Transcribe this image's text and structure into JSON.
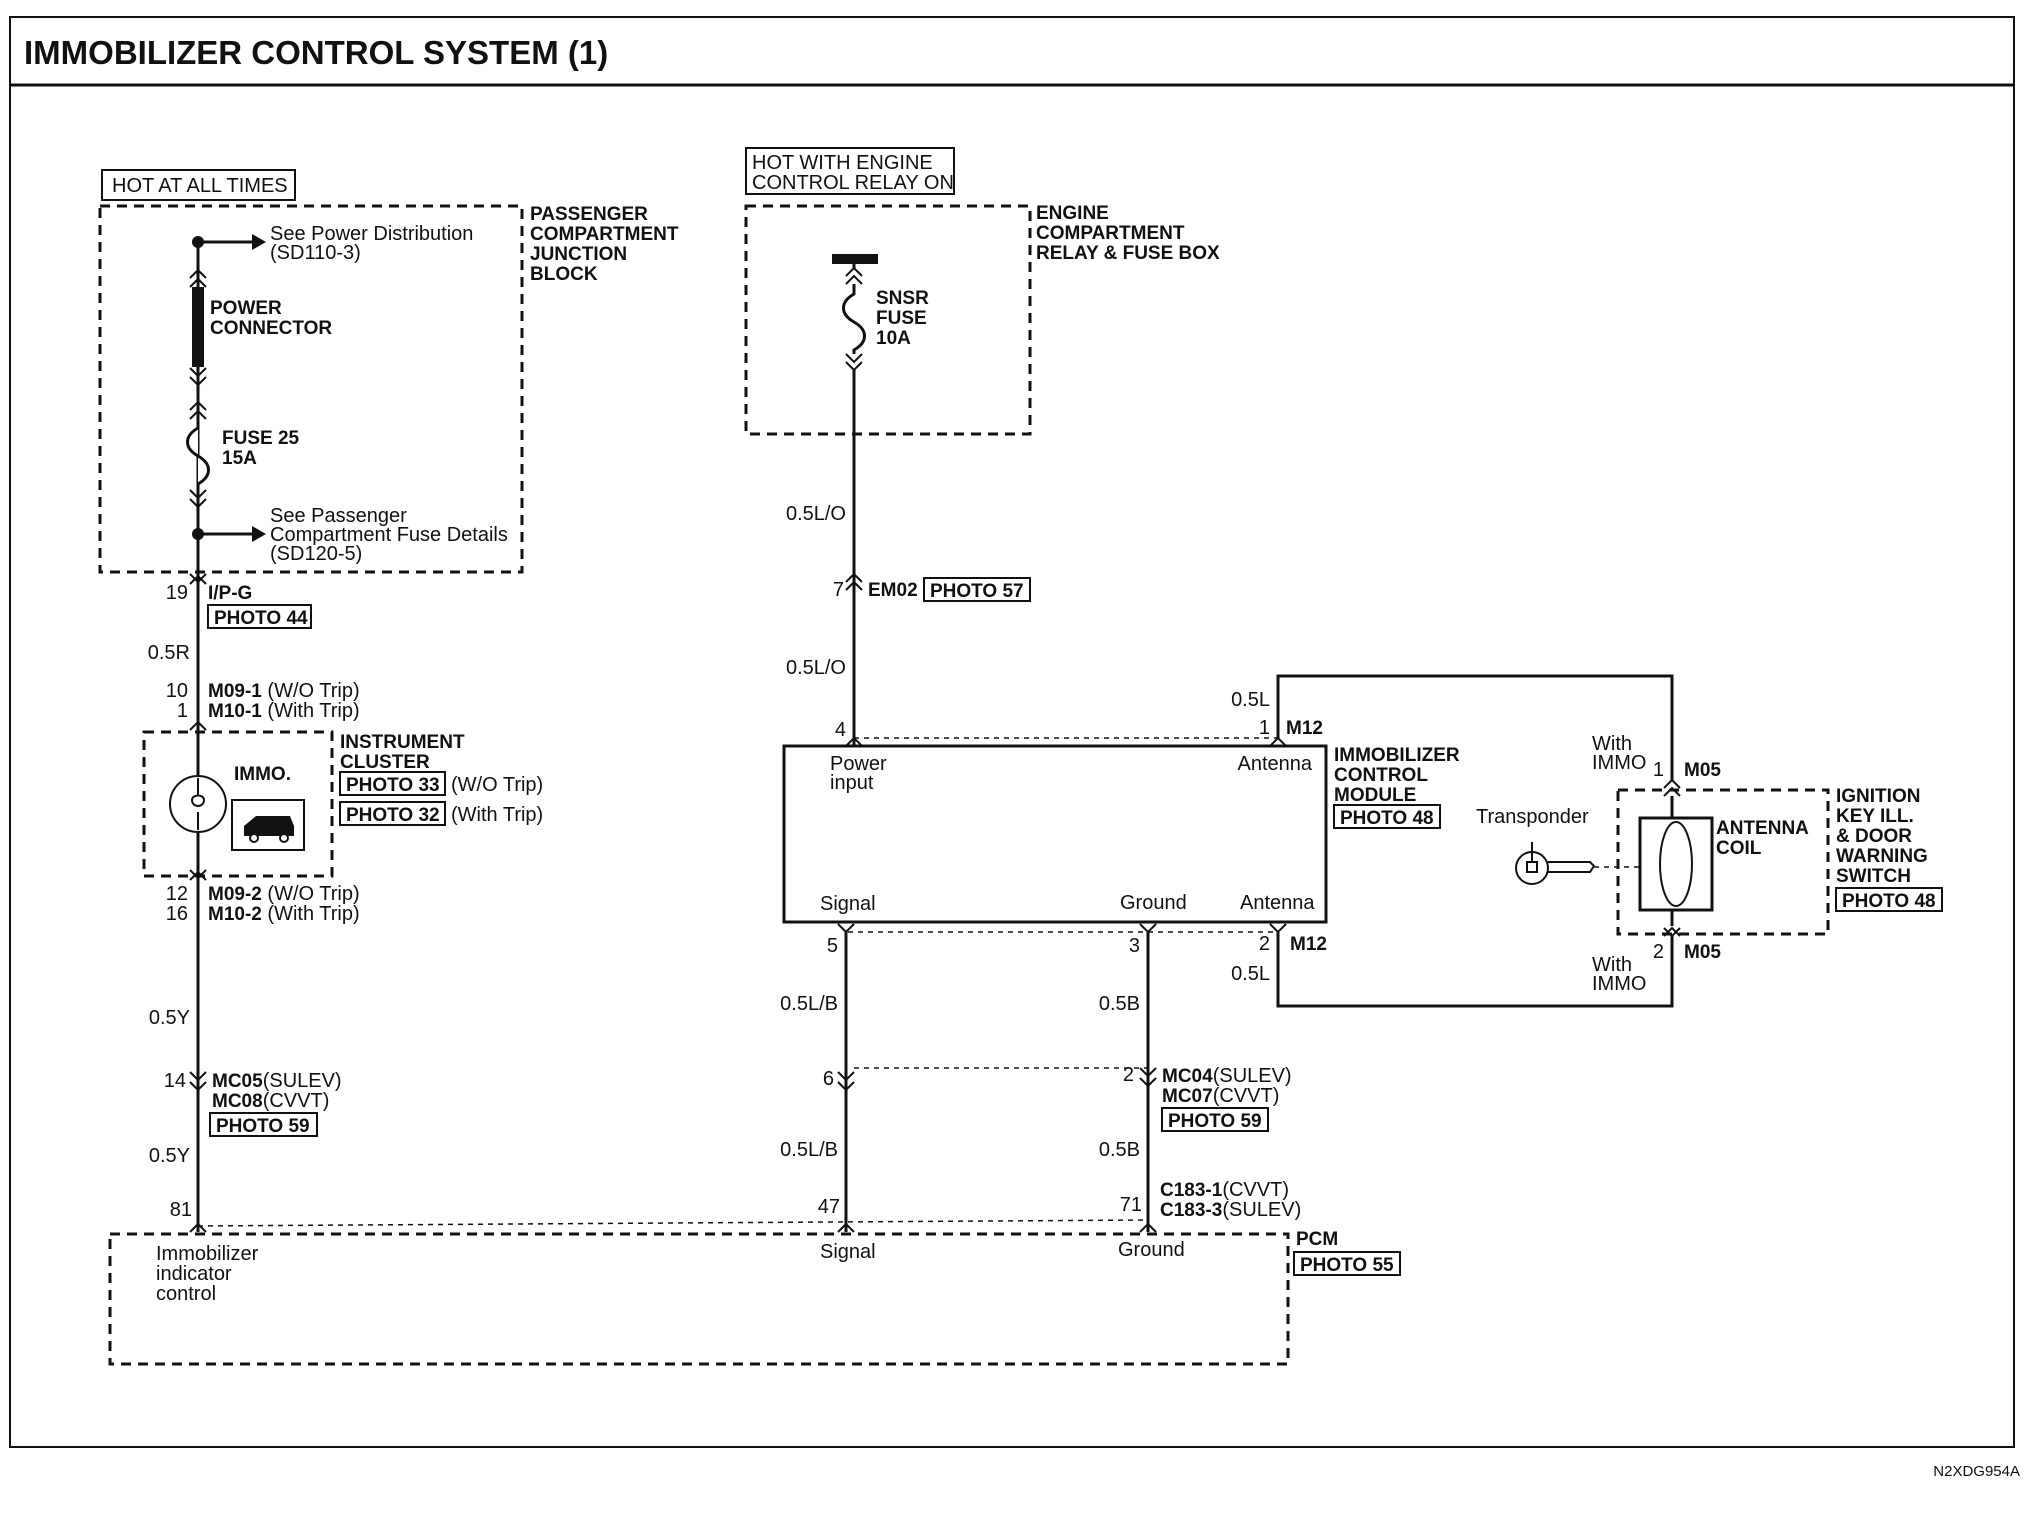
{
  "title": "IMMOBILIZER CONTROL SYSTEM (1)",
  "code": "N2XDG954A",
  "left": {
    "hot": "HOT AT ALL TIMES",
    "pcjb": [
      "PASSENGER",
      "COMPARTMENT",
      "JUNCTION",
      "BLOCK"
    ],
    "see_power": [
      "See Power Distribution",
      "(SD110-3)"
    ],
    "power_conn": [
      "POWER",
      "CONNECTOR"
    ],
    "fuse": [
      "FUSE 25",
      "15A"
    ],
    "see_pass": [
      "See Passenger",
      "Compartment Fuse Details",
      "(SD120-5)"
    ],
    "pin19": "19",
    "ipg": "I/P-G",
    "photo44": "PHOTO 44",
    "wire1": "0.5R",
    "pin10": "10",
    "pin1": "1",
    "m091_code": "M09-1",
    "m091_note": "(W/O Trip)",
    "m101_code": "M10-1",
    "m101_note": "(With Trip)",
    "immo": "IMMO.",
    "cluster": [
      "INSTRUMENT",
      "CLUSTER"
    ],
    "photo33": "PHOTO 33",
    "photo33_note": "(W/O Trip)",
    "photo32": "PHOTO 32",
    "photo32_note": "(With Trip)",
    "pin12": "12",
    "pin16": "16",
    "m092_code": "M09-2",
    "m092_note": "(W/O Trip)",
    "m102_code": "M10-2",
    "m102_note": "(With Trip)",
    "wire2": "0.5Y",
    "pin14": "14",
    "mc05_code": "MC05",
    "mc05_note": "(SULEV)",
    "mc08_code": "MC08",
    "mc08_note": "(CVVT)",
    "photo59a": "PHOTO 59",
    "wire3": "0.5Y",
    "pin81": "81"
  },
  "middle": {
    "hot": [
      "HOT WITH ENGINE",
      "CONTROL RELAY ON"
    ],
    "ecrfb": [
      "ENGINE",
      "COMPARTMENT",
      "RELAY & FUSE BOX"
    ],
    "snsr": [
      "SNSR",
      "FUSE",
      "10A"
    ],
    "wire1": "0.5L/O",
    "pin7": "7",
    "em02": "EM02",
    "photo57": "PHOTO 57",
    "wire2": "0.5L/O",
    "pin4": "4",
    "power_input": [
      "Power",
      "input"
    ],
    "antenna_top": "Antenna",
    "signal": "Signal",
    "ground": "Ground",
    "antenna_bottom": "Antenna",
    "icm": [
      "IMMOBILIZER",
      "CONTROL",
      "MODULE"
    ],
    "photo48a": "PHOTO 48",
    "pin5": "5",
    "pin3": "3",
    "wire_sig1": "0.5L/B",
    "wire_gnd1": "0.5B",
    "pin6": "6",
    "pin2b": "2",
    "mc04_code": "MC04",
    "mc04_note": "(SULEV)",
    "mc07_code": "MC07",
    "mc07_note": "(CVVT)",
    "photo59b": "PHOTO 59",
    "wire_sig2": "0.5L/B",
    "wire_gnd2": "0.5B",
    "pin47": "47",
    "pin71": "71",
    "c1831_code": "C183-1",
    "c1831_note": "(CVVT)",
    "c1833_code": "C183-3",
    "c1833_note": "(SULEV)"
  },
  "right": {
    "wire_top": "0.5L",
    "pin1_m12": "1",
    "m12_top": "M12",
    "pin2_m12": "2",
    "m12_bot": "M12",
    "wire_bot": "0.5L",
    "with_immo_top": [
      "With",
      "IMMO"
    ],
    "pin1_m05": "1",
    "m05_top": "M05",
    "transponder": "Transponder",
    "coil": [
      "ANTENNA",
      "COIL"
    ],
    "ignition": [
      "IGNITION",
      "KEY ILL.",
      "& DOOR",
      "WARNING",
      "SWITCH"
    ],
    "photo48b": "PHOTO 48",
    "with_immo_bot": [
      "With",
      "IMMO"
    ],
    "pin2_m05": "2",
    "m05_bot": "M05"
  },
  "pcm": {
    "indicator": [
      "Immobilizer",
      "indicator",
      "control"
    ],
    "signal": "Signal",
    "ground": "Ground",
    "label": "PCM",
    "photo55": "PHOTO 55"
  }
}
